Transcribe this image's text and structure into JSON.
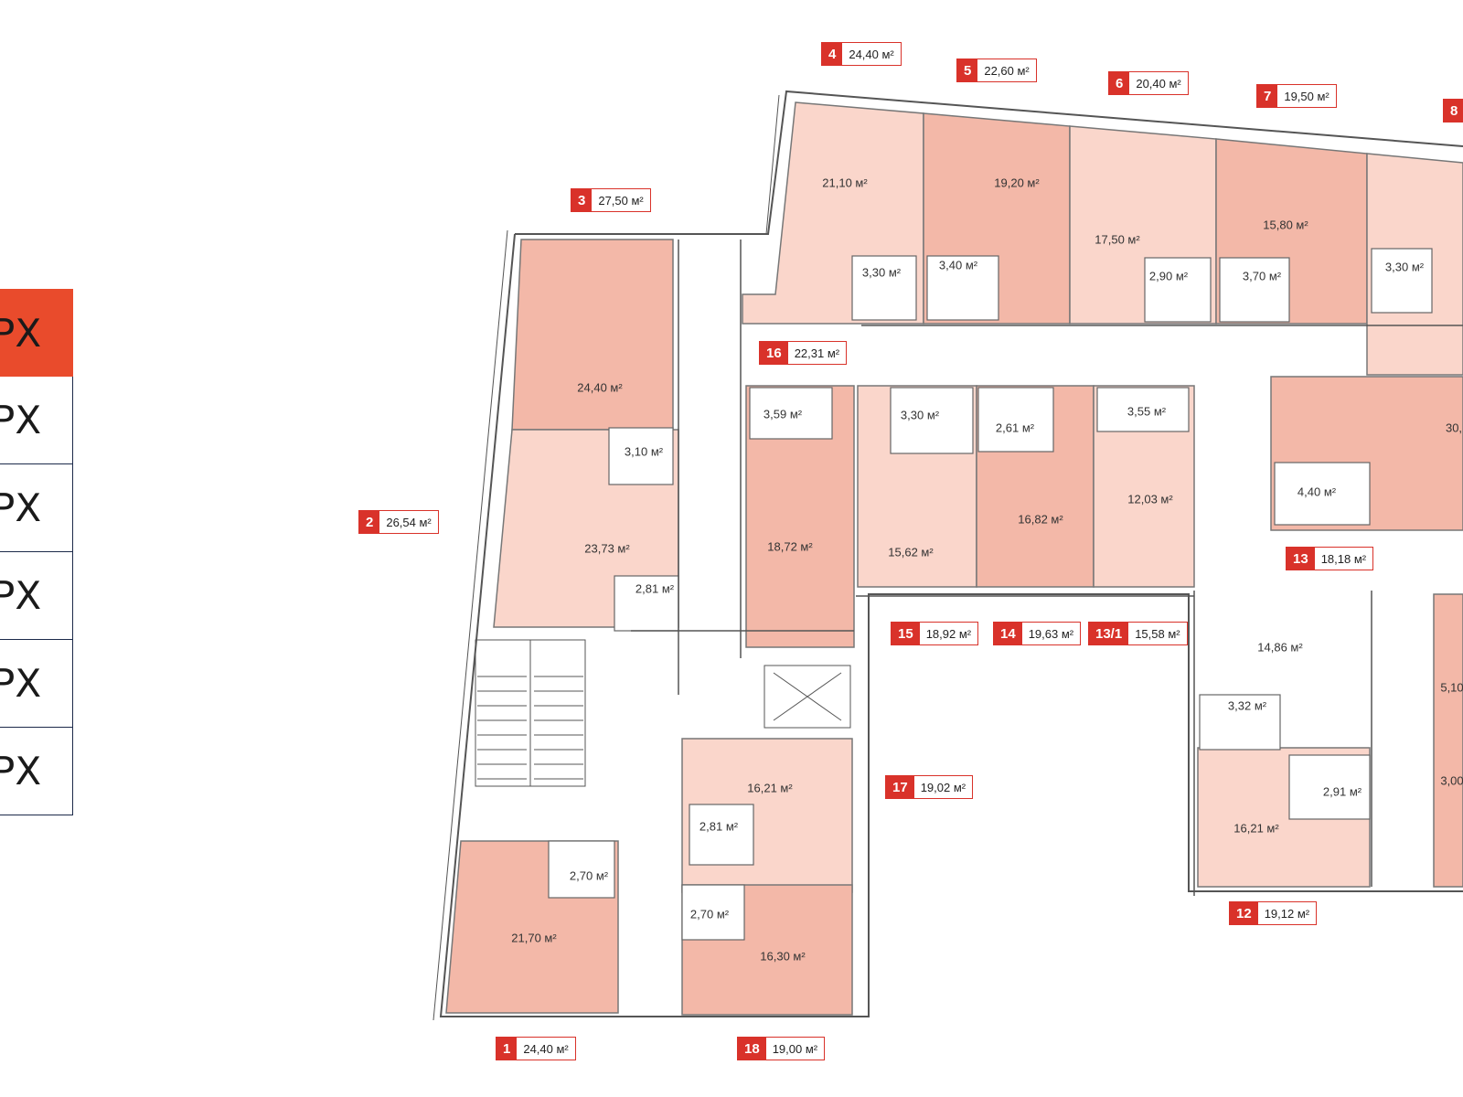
{
  "floor_menu": {
    "items": [
      "РХ",
      "РХ",
      "РХ",
      "РХ",
      "РХ",
      "РХ"
    ],
    "active_index": 0
  },
  "colors": {
    "accent": "#d9322a",
    "room_dark": "#f3b8a8",
    "room_light": "#fad6cb",
    "wall": "#555555"
  },
  "apartments": [
    {
      "number": "1",
      "area": "24,40 м²"
    },
    {
      "number": "2",
      "area": "26,54 м²"
    },
    {
      "number": "3",
      "area": "27,50 м²"
    },
    {
      "number": "4",
      "area": "24,40 м²"
    },
    {
      "number": "5",
      "area": "22,60 м²"
    },
    {
      "number": "6",
      "area": "20,40 м²"
    },
    {
      "number": "7",
      "area": "19,50 м²"
    },
    {
      "number": "8",
      "area": ""
    },
    {
      "number": "12",
      "area": "19,12 м²"
    },
    {
      "number": "13",
      "area": "18,18 м²"
    },
    {
      "number": "13/1",
      "area": "15,58 м²"
    },
    {
      "number": "14",
      "area": "19,63 м²"
    },
    {
      "number": "15",
      "area": "18,92 м²"
    },
    {
      "number": "16",
      "area": "22,31 м²"
    },
    {
      "number": "17",
      "area": "19,02 м²"
    },
    {
      "number": "18",
      "area": "19,00 м²"
    }
  ],
  "rooms": [
    "21,10 м²",
    "19,20 м²",
    "17,50 м²",
    "15,80 м²",
    "3,30 м²",
    "3,40 м²",
    "2,90 м²",
    "3,70 м²",
    "3,30 м²",
    "24,40 м²",
    "3,10 м²",
    "23,73 м²",
    "2,81 м²",
    "3,59 м²",
    "18,72 м²",
    "3,30 м²",
    "2,61 м²",
    "15,62 м²",
    "16,82 м²",
    "3,55 м²",
    "12,03 м²",
    "4,40 м²",
    "30,",
    "14,86 м²",
    "3,32 м²",
    "5,10",
    "2,91 м²",
    "16,21 м²",
    "3,00",
    "16,21 м²",
    "2,81 м²",
    "2,70 м²",
    "16,30 м²",
    "2,70 м²",
    "21,70 м²"
  ]
}
